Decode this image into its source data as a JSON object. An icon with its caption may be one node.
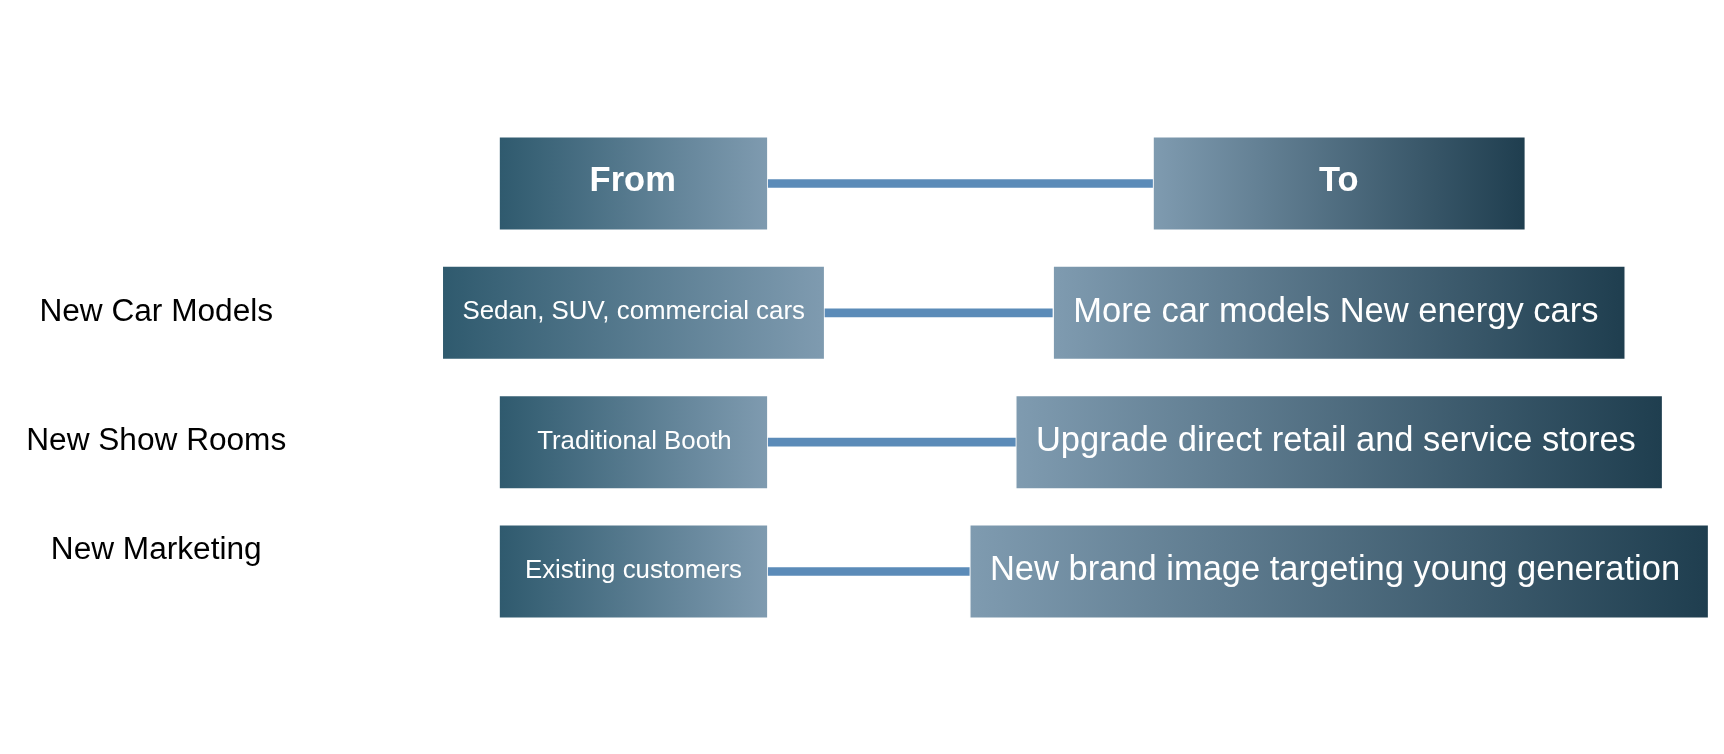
{
  "diagram": {
    "nodes": [
      {
        "text": [
          "From"
        ]
      },
      {
        "text": [
          "To"
        ]
      },
      {
        "text": [
          "Sedan, SUV, commercial cars"
        ]
      },
      {
        "text": [
          "More car models New energy cars"
        ]
      },
      {
        "text": [
          "Traditional Booth"
        ]
      },
      {
        "text": [
          "Upgrade direct retail and service stores"
        ]
      },
      {
        "text": [
          "Existing customers"
        ]
      },
      {
        "text": [
          "New brand image targeting young generation"
        ]
      }
    ],
    "edges": [
      {
        "from": 0,
        "to": 1,
        "arrow": "none"
      },
      {
        "from": 2,
        "to": 3,
        "arrow": "none"
      },
      {
        "from": 4,
        "to": 5,
        "arrow": "none"
      },
      {
        "from": 6,
        "to": 7,
        "arrow": "none"
      }
    ],
    "labels": [
      "New Car Models",
      "New Show Rooms",
      "New Marketing"
    ]
  }
}
